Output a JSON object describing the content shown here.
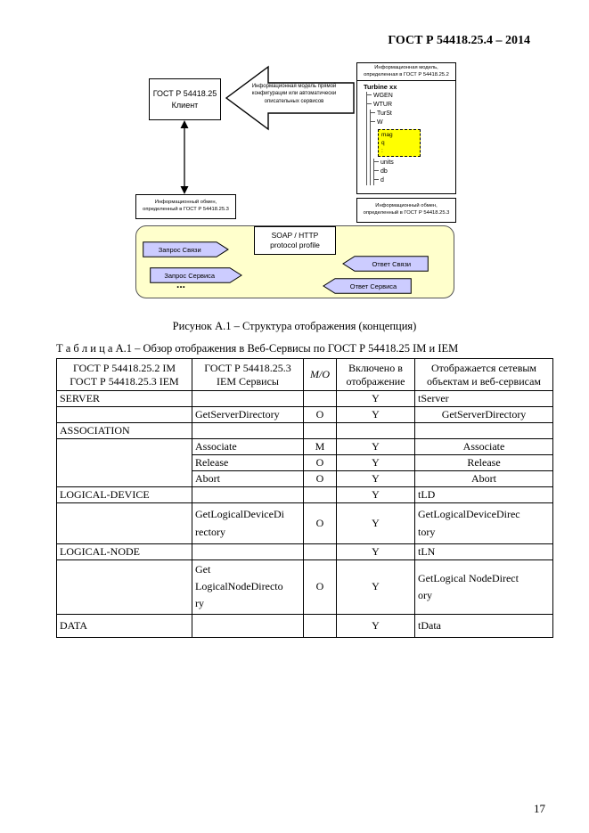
{
  "page": {
    "header_title": "ГОСТ Р 54418.25.4 – 2014",
    "page_number": "17"
  },
  "figure": {
    "client_box": "ГОСТ Р 54418.25\nКлиент",
    "big_arrow_label": "Информационная модель прямой\nконфигурации или автоматически\nописательных сервисов",
    "model_panel_title": "Информационная модель,\nопределенная в ГОСТ Р 54418.25.2",
    "tree": {
      "root": "Turbine xx",
      "level1": [
        "WGEN",
        "WTUR"
      ],
      "level2": [
        "TurSt",
        "W"
      ],
      "highlight": [
        "mag",
        "q",
        ":"
      ],
      "level3": [
        "units",
        "db",
        "d"
      ]
    },
    "model_panel_footer": "Информационный обмен,\nопределенный в ГОСТ Р 54418.25.3",
    "exchange_box": "Информационный обмен,\nопределенный в ГОСТ Р 54418.25.3",
    "soap_box": "SOAP / HTTP\nprotocol profile",
    "flow_arrows": {
      "request_link": "Запрос Связи",
      "response_link": "Ответ Связи",
      "request_service": "Запрос Сервиса",
      "response_service": "Ответ Сервиса",
      "more": "..."
    },
    "caption": "Рисунок А.1 – Структура отображения (концепция)"
  },
  "table": {
    "title": "Т а б л и ц а А.1 – Обзор отображения в Веб-Сервисы по ГОСТ Р 54418.25 IM и IEM",
    "headers": [
      "ГОСТ Р 54418.25.2 IM\nГОСТ Р 54418.25.3 IEM",
      "ГОСТ Р 54418.25.3\nIEM Сервисы",
      "М/О",
      "Включено в\nотображение",
      "Отображается сетевым\nобъектам и веб-сервисам"
    ],
    "rows": [
      [
        "SERVER",
        "",
        "",
        "Y",
        "tServer"
      ],
      [
        "",
        "GetServerDirectory",
        "O",
        "Y",
        "GetServerDirectory"
      ],
      [
        "ASSOCIATION",
        "",
        "",
        "",
        ""
      ],
      [
        "",
        "Associate",
        "M",
        "Y",
        "Associate"
      ],
      [
        "",
        "Release",
        "O",
        "Y",
        "Release"
      ],
      [
        "",
        "Abort",
        "O",
        "Y",
        "Abort"
      ],
      [
        "LOGICAL-DEVICE",
        "",
        "",
        "Y",
        "tLD"
      ],
      [
        "",
        "GetLogicalDeviceDi\nrectory",
        "O",
        "Y",
        "GetLogicalDeviceDirec\ntory"
      ],
      [
        "LOGICAL-NODE",
        "",
        "",
        "Y",
        "tLN"
      ],
      [
        "",
        "Get\nLogicalNodeDirecto\nry",
        "O",
        "Y",
        "GetLogical NodeDirect\nory"
      ],
      [
        "DATA",
        "",
        "",
        "Y",
        "tData"
      ]
    ]
  },
  "colors": {
    "highlight_yellow": "#ffff00",
    "bus_background": "#ffffcc",
    "flow_arrow_fill": "#ccccff"
  }
}
